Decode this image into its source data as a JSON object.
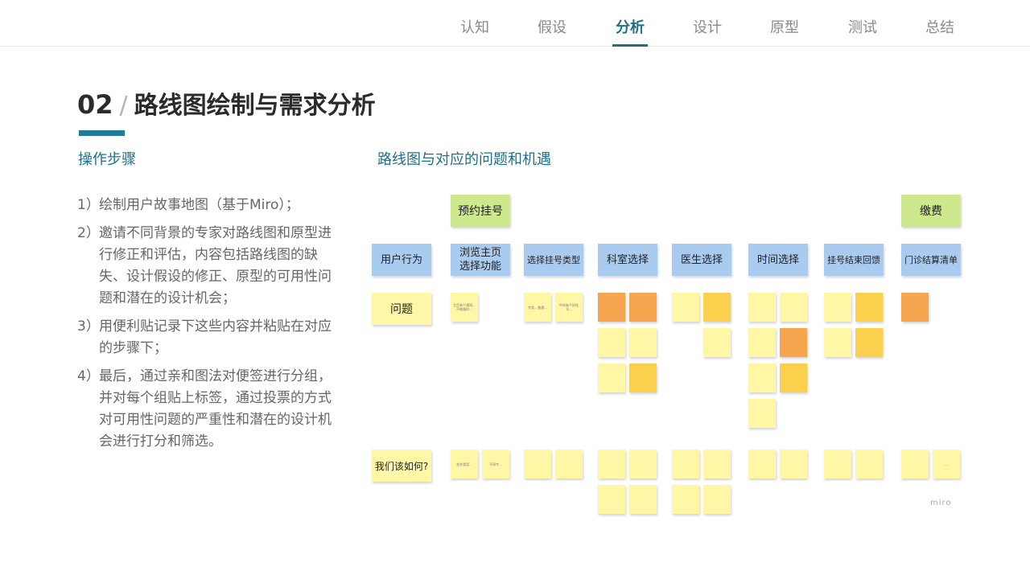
{
  "nav": {
    "tabs": [
      {
        "label": "认知"
      },
      {
        "label": "假设"
      },
      {
        "label": "分析",
        "active": true
      },
      {
        "label": "设计"
      },
      {
        "label": "原型"
      },
      {
        "label": "测试"
      },
      {
        "label": "总结"
      }
    ]
  },
  "title": {
    "number": "02",
    "slash": "/",
    "text": "路线图绘制与需求分析"
  },
  "left": {
    "heading": "操作步骤",
    "steps": [
      {
        "n": "1）",
        "text": "绘制用户故事地图（基于Miro）；"
      },
      {
        "n": "2）",
        "text": "邀请不同背景的专家对路线图和原型进行修正和评估，内容包括路线图的缺失、设计假设的修正、原型的可用性问题和潜在的设计机会；"
      },
      {
        "n": "3）",
        "text": "用便利贴记录下这些内容并粘贴在对应的步骤下；"
      },
      {
        "n": "4）",
        "text": "最后，通过亲和图法对便签进行分组，并对每个组贴上标签，通过投票的方式对可用性问题的严重性和潜在的设计机会进行打分和筛选。"
      }
    ]
  },
  "right": {
    "heading": "路线图与对应的问题和机遇"
  },
  "board": {
    "phases": [
      "预约挂号",
      "缴费"
    ],
    "row_labels": [
      "用户行为",
      "问题",
      "我们该如何?"
    ],
    "columns": [
      "浏览主页 选择功能",
      "选择挂号类型",
      "科室选择",
      "医生选择",
      "时间选择",
      "挂号结束回馈",
      "门诊结算清单"
    ],
    "notes": [
      {
        "text": "主页有个通知，不能随时..."
      },
      {
        "text": "中间有个好挂号..."
      },
      {
        "text": "合并类型..."
      },
      {
        "text": "不同专..."
      },
      {
        "text": "专家，普通..."
      },
      {
        "text": "..."
      }
    ],
    "watermark": "miro"
  }
}
